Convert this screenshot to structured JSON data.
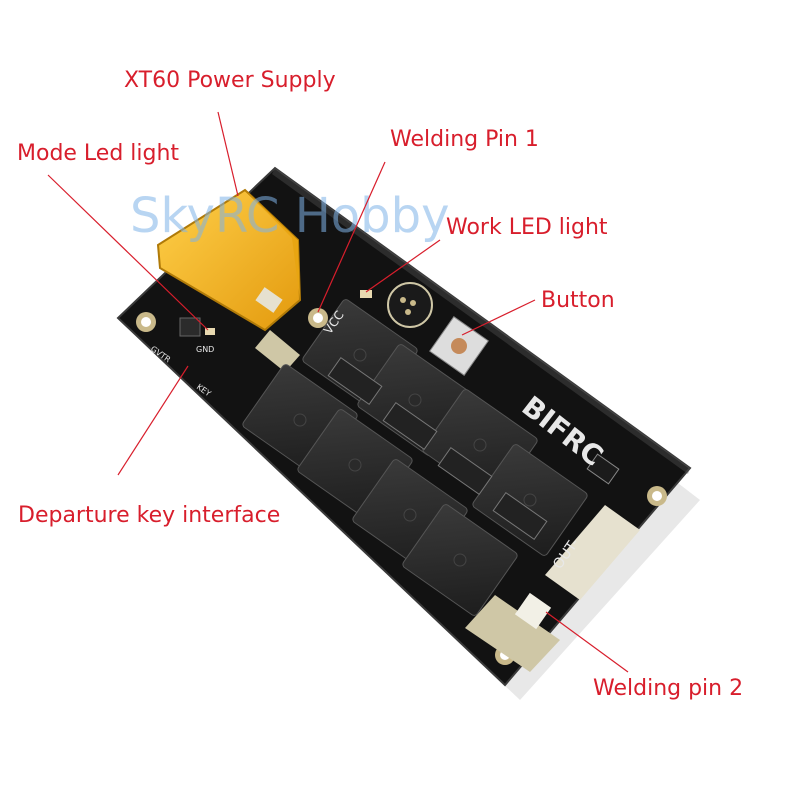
{
  "callouts": {
    "xt60": "XT60 Power Supply",
    "welding_pin_1": "Welding Pin 1",
    "mode_led": "Mode Led light",
    "work_led": "Work LED light",
    "button": "Button",
    "departure_key": "Departure key interface",
    "welding_pin_2": "Welding pin 2"
  },
  "watermark": "SkyRC Hobby",
  "board": {
    "brand": "BIFRC",
    "vcc_label": "VCC",
    "out_label": "OUT-",
    "gnd_label": "GND",
    "key_label": "KEY",
    "gvtr_label": "GVTR"
  },
  "colors": {
    "callout": "#d81e2c",
    "pcb": "#111111",
    "connector": "#f2b21c",
    "copper": "#d9d2b8"
  }
}
